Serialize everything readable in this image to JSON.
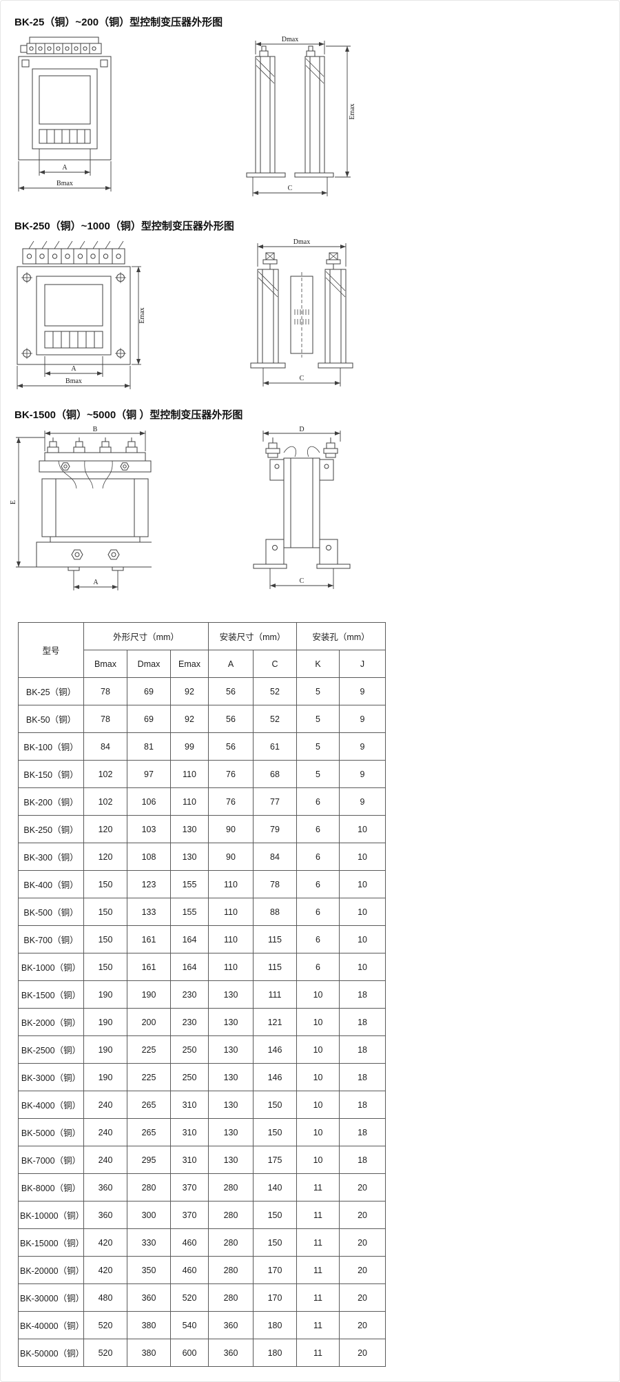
{
  "sections": [
    {
      "title": "BK-25（铜）~200（铜）型控制变压器外形图",
      "front": {
        "dim_a": "A",
        "dim_b": "Bmax"
      },
      "side": {
        "dim_d": "Dmax",
        "dim_e": "Emax",
        "dim_c": "C"
      }
    },
    {
      "title": "BK-250（铜）~1000（铜）型控制变压器外形图",
      "front": {
        "dim_a": "A",
        "dim_b": "Bmax",
        "dim_e": "Emax"
      },
      "side": {
        "dim_d": "Dmax",
        "dim_c": "C"
      }
    },
    {
      "title": "BK-1500（铜）~5000（铜 ）型控制变压器外形图",
      "front": {
        "dim_b": "B",
        "dim_e": "E",
        "dim_a": "A"
      },
      "side": {
        "dim_d": "D",
        "dim_c": "C"
      }
    }
  ],
  "table": {
    "header_groups": {
      "model": "型号",
      "outline": "外形尺寸（mm）",
      "install": "安装尺寸（mm）",
      "holes": "安装孔（mm）"
    },
    "columns": [
      "Bmax",
      "Dmax",
      "Emax",
      "A",
      "C",
      "K",
      "J"
    ],
    "rows": [
      {
        "model": "BK-25（铜）",
        "values": [
          78,
          69,
          92,
          56,
          52,
          5,
          9
        ]
      },
      {
        "model": "BK-50（铜）",
        "values": [
          78,
          69,
          92,
          56,
          52,
          5,
          9
        ]
      },
      {
        "model": "BK-100（铜）",
        "values": [
          84,
          81,
          99,
          56,
          61,
          5,
          9
        ]
      },
      {
        "model": "BK-150（铜）",
        "values": [
          102,
          97,
          110,
          76,
          68,
          5,
          9
        ]
      },
      {
        "model": "BK-200（铜）",
        "values": [
          102,
          106,
          110,
          76,
          77,
          6,
          9
        ]
      },
      {
        "model": "BK-250（铜）",
        "values": [
          120,
          103,
          130,
          90,
          79,
          6,
          10
        ]
      },
      {
        "model": "BK-300（铜）",
        "values": [
          120,
          108,
          130,
          90,
          84,
          6,
          10
        ]
      },
      {
        "model": "BK-400（铜）",
        "values": [
          150,
          123,
          155,
          110,
          78,
          6,
          10
        ]
      },
      {
        "model": "BK-500（铜）",
        "values": [
          150,
          133,
          155,
          110,
          88,
          6,
          10
        ]
      },
      {
        "model": "BK-700（铜）",
        "values": [
          150,
          161,
          164,
          110,
          115,
          6,
          10
        ]
      },
      {
        "model": "BK-1000（铜）",
        "values": [
          150,
          161,
          164,
          110,
          115,
          6,
          10
        ]
      },
      {
        "model": "BK-1500（铜）",
        "values": [
          190,
          190,
          230,
          130,
          111,
          10,
          18
        ]
      },
      {
        "model": "BK-2000（铜）",
        "values": [
          190,
          200,
          230,
          130,
          121,
          10,
          18
        ]
      },
      {
        "model": "BK-2500（铜）",
        "values": [
          190,
          225,
          250,
          130,
          146,
          10,
          18
        ]
      },
      {
        "model": "BK-3000（铜）",
        "values": [
          190,
          225,
          250,
          130,
          146,
          10,
          18
        ]
      },
      {
        "model": "BK-4000（铜）",
        "values": [
          240,
          265,
          310,
          130,
          150,
          10,
          18
        ]
      },
      {
        "model": "BK-5000（铜）",
        "values": [
          240,
          265,
          310,
          130,
          150,
          10,
          18
        ]
      },
      {
        "model": "BK-7000（铜）",
        "values": [
          240,
          295,
          310,
          130,
          175,
          10,
          18
        ]
      },
      {
        "model": "BK-8000（铜）",
        "values": [
          360,
          280,
          370,
          280,
          140,
          11,
          20
        ]
      },
      {
        "model": "BK-10000（铜）",
        "values": [
          360,
          300,
          370,
          280,
          150,
          11,
          20
        ]
      },
      {
        "model": "BK-15000（铜）",
        "values": [
          420,
          330,
          460,
          280,
          150,
          11,
          20
        ]
      },
      {
        "model": "BK-20000（铜）",
        "values": [
          420,
          350,
          460,
          280,
          170,
          11,
          20
        ]
      },
      {
        "model": "BK-30000（铜）",
        "values": [
          480,
          360,
          520,
          280,
          170,
          11,
          20
        ]
      },
      {
        "model": "BK-40000（铜）",
        "values": [
          520,
          380,
          540,
          360,
          180,
          11,
          20
        ]
      },
      {
        "model": "BK-50000（铜）",
        "values": [
          520,
          380,
          600,
          360,
          180,
          11,
          20
        ]
      }
    ]
  }
}
